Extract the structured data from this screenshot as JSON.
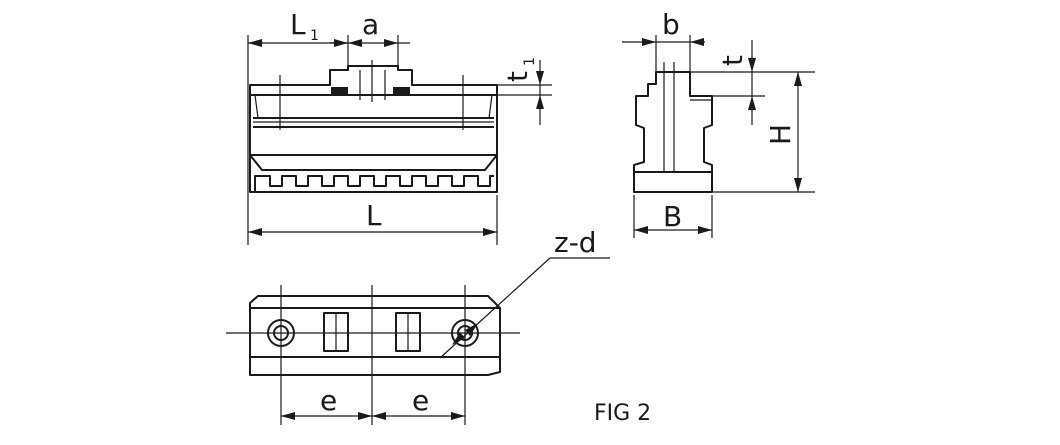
{
  "labels": {
    "L1_main": "L",
    "L1_sub": "1",
    "a": "a",
    "t1_main": "t",
    "t1_sub": "1",
    "L": "L",
    "b": "b",
    "t": "t",
    "H": "H",
    "B": "B",
    "zd": "z-d",
    "e_left": "e",
    "e_right": "e",
    "figure": "FIG 2"
  },
  "colors": {
    "line": "#1a1a1a",
    "background": "#ffffff"
  }
}
